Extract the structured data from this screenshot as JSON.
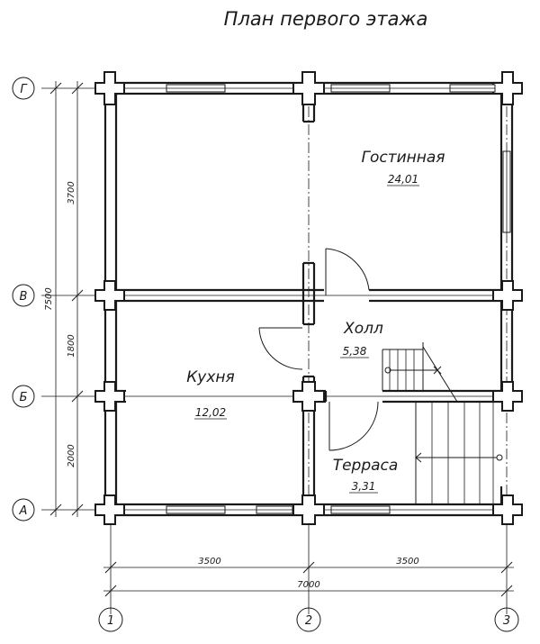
{
  "title": "План первого этажа",
  "rooms": [
    {
      "name": "Гостинная",
      "area": "24,01"
    },
    {
      "name": "Холл",
      "area": "5,38"
    },
    {
      "name": "Кухня",
      "area": "12,02"
    },
    {
      "name": "Терраса",
      "area": "3,31"
    }
  ],
  "axes_rows": [
    "Г",
    "В",
    "Б",
    "А"
  ],
  "axes_cols": [
    "1",
    "2",
    "3"
  ],
  "dims_vertical": [
    "3700",
    "1800",
    "2000"
  ],
  "dim_vertical_total": "7500",
  "dims_horizontal": [
    "3500",
    "3500"
  ],
  "dim_horizontal_total": "7000"
}
